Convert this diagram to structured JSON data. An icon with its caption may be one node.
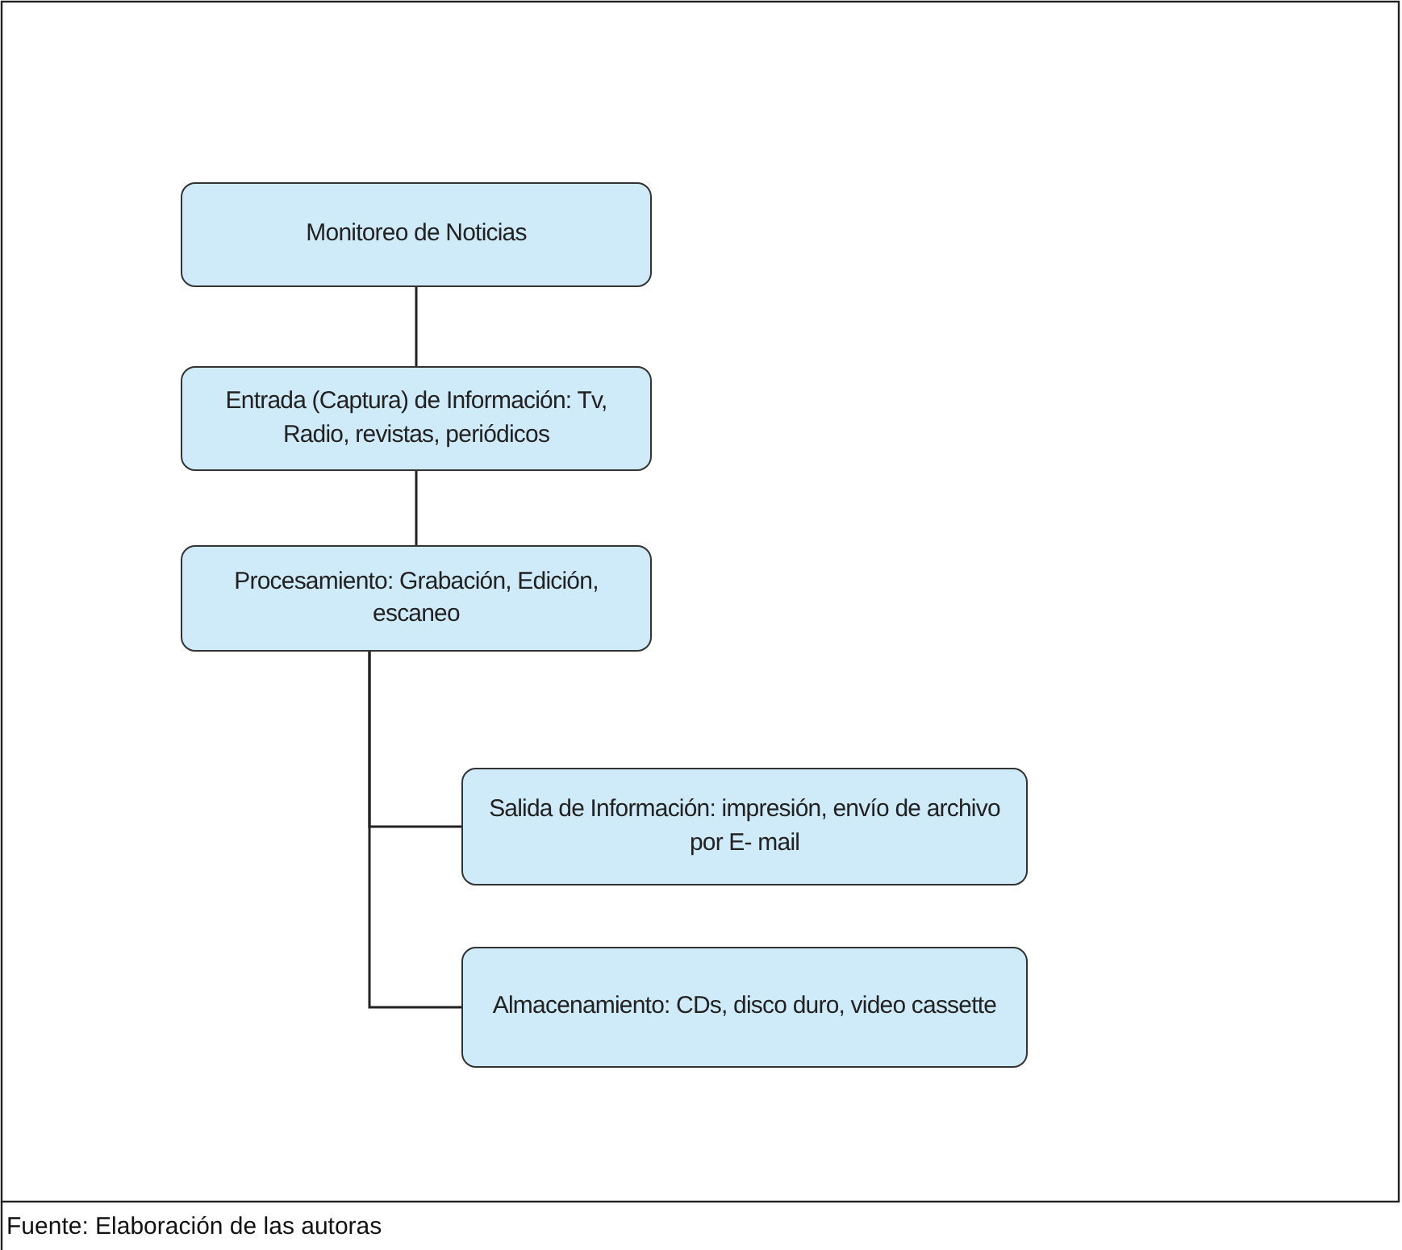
{
  "diagram": {
    "caption": "Fuente: Elaboración de las autoras",
    "nodes": [
      {
        "text": [
          "Monitoreo de Noticias"
        ]
      },
      {
        "text": [
          "Entrada (Captura) de Información: Tv, Radio, revistas, periódicos"
        ]
      },
      {
        "text": [
          "Procesamiento: Grabación, Edición, escaneo"
        ]
      },
      {
        "text": [
          "Salida de Información: impresión, envío de archivo por E- mail"
        ]
      },
      {
        "text": [
          "Almacenamiento: CDs, disco duro, video cassette"
        ]
      }
    ],
    "edges": [
      {
        "from": 0,
        "to": 1,
        "arrow": "none"
      },
      {
        "from": 1,
        "to": 2,
        "arrow": "none"
      },
      {
        "from": 2,
        "to": 3,
        "arrow": "none"
      },
      {
        "from": 2,
        "to": 4,
        "arrow": "none"
      }
    ]
  }
}
